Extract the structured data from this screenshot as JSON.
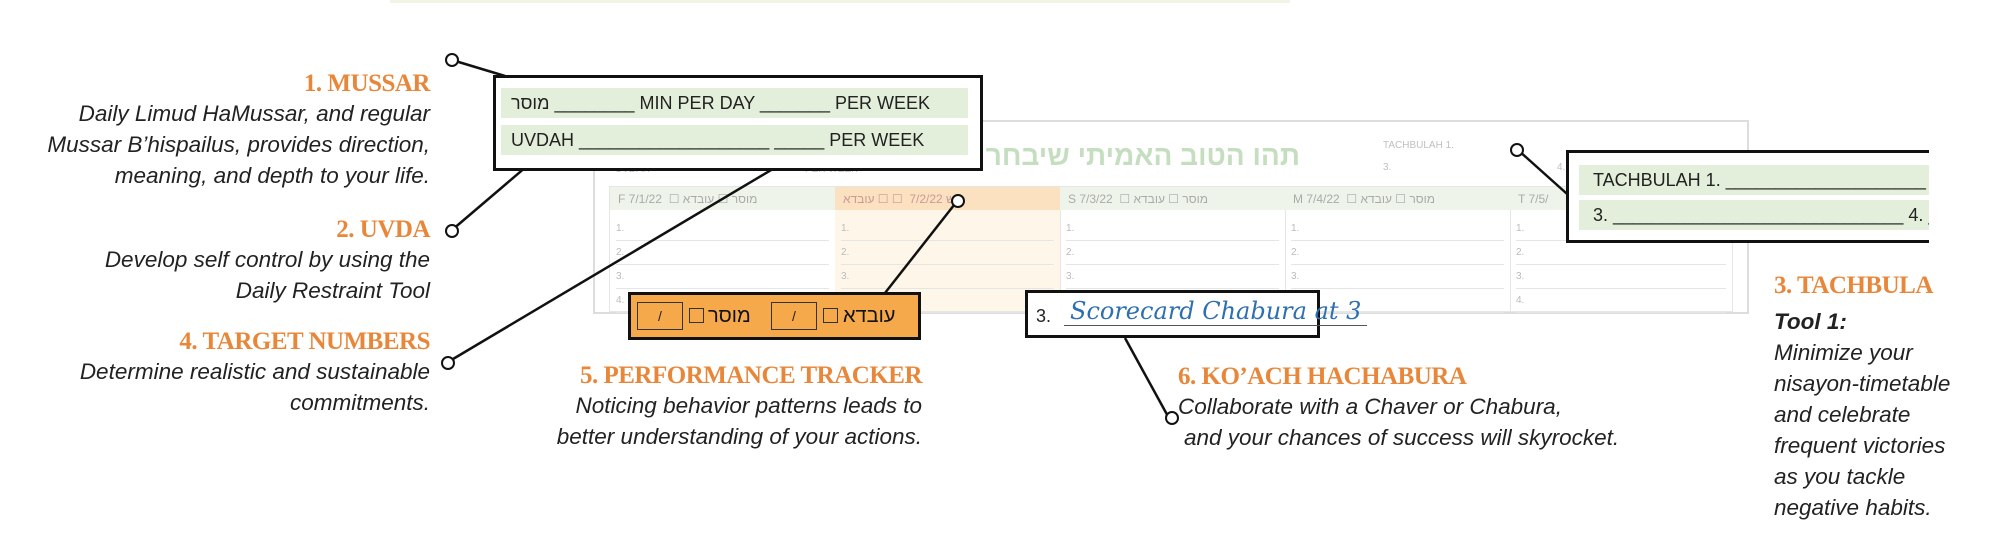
{
  "callouts": {
    "mussar": {
      "heading": "1. MUSSAR",
      "lines": [
        "Daily Limud HaMussar, and regular",
        "Mussar B’hispailus, provides direction,",
        "meaning, and depth to your life."
      ]
    },
    "uvda": {
      "heading": "2. UVDA",
      "lines": [
        "Develop self control by using the",
        "Daily Restraint Tool"
      ]
    },
    "target": {
      "heading": "4. TARGET NUMBERS",
      "lines": [
        "Determine realistic and sustainable",
        "commitments."
      ]
    },
    "performance": {
      "heading": "5. PERFORMANCE TRACKER",
      "lines": [
        "Noticing behavior patterns leads to",
        "better understanding of your actions."
      ]
    },
    "koach": {
      "heading": "6. KO’ACH HACHABURA",
      "lines": [
        "Collaborate with a Chaver or Chabura,",
        "and your chances of success will skyrocket."
      ]
    },
    "tachbula": {
      "heading": "3. TACHBULA",
      "tool": "Tool 1:",
      "lines": [
        "Minimize your",
        "nisayon-timetable",
        "and celebrate",
        "frequent victories",
        "as you tackle",
        "negative habits."
      ]
    }
  },
  "zoom_mussar": {
    "row1": "מוסר ________ MIN PER DAY _______ PER WEEK",
    "row2": "UVDAH ___________________ _____ PER WEEK"
  },
  "zoom_tachbulah": {
    "row1": "TACHBULAH 1. ____________________",
    "row2": "3. _____________________________   4. _"
  },
  "tracker": {
    "mussar": "מוסר",
    "uvda": "עובדא",
    "slot": "/"
  },
  "scorecard": {
    "number": "3.",
    "text": "Scorecard Chabura at 3"
  },
  "planner": {
    "title": "תהו הטוב האמיתי שיבחר ב",
    "uvdah_label": "UVDAH",
    "per_week": "PER WEEK",
    "tachbulah_label": "TACHBULAH 1.",
    "num3": "3.",
    "num4": "4.",
    "days": [
      {
        "label": "F  7/1/22",
        "checks": "☐ מוסר  ☐ עובדא"
      },
      {
        "label": "ש  7/2/22",
        "checks": "☐ ☐  עובדא"
      },
      {
        "label": "S  7/3/22",
        "checks": "☐ מוסר  ☐ עובדא"
      },
      {
        "label": "M  7/4/22",
        "checks": "☐ מוסר  ☐ עובדא"
      },
      {
        "label": "T  7/5/",
        "checks": ""
      }
    ],
    "line_numbers": [
      "1.",
      "2.",
      "3.",
      "4."
    ]
  }
}
